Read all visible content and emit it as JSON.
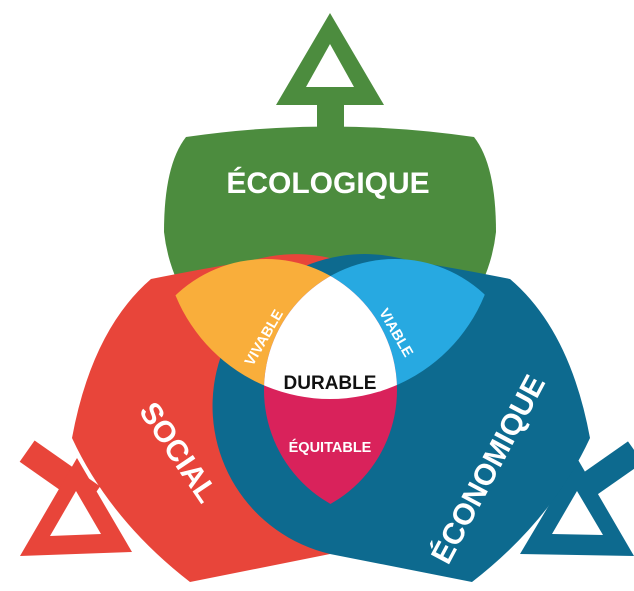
{
  "diagram": {
    "pillars": {
      "ecologique": {
        "label": "ÉCOLOGIQUE",
        "color": "#4c8c3e"
      },
      "social": {
        "label": "SOCIAL",
        "color": "#e8453a"
      },
      "economique": {
        "label": "ÉCONOMIQUE",
        "color": "#0d6a8f"
      }
    },
    "overlaps": {
      "vivable": {
        "label": "VIVABLE",
        "color": "#f9ae3b"
      },
      "viable": {
        "label": "VIABLE",
        "color": "#27a9e1"
      },
      "equitable": {
        "label": "ÉQUITABLE",
        "color": "#d9225b"
      }
    },
    "center": {
      "label": "DURABLE",
      "color": "#ffffff"
    }
  }
}
